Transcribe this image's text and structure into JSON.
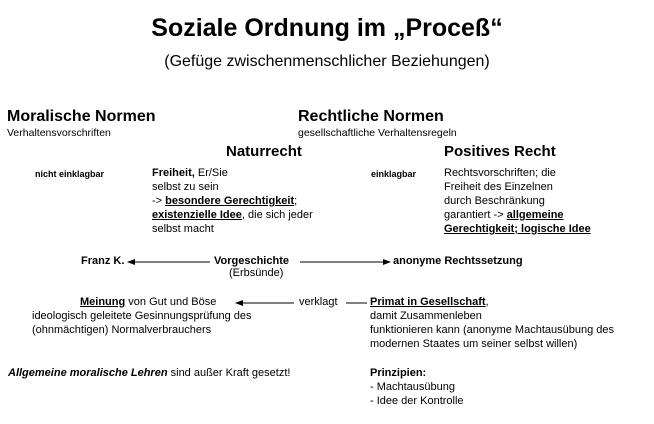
{
  "title": "Soziale Ordnung im „Proceß“",
  "subtitle": "(Gefüge zwischenmenschlicher Beziehungen)",
  "moral": {
    "heading": "Moralische Normen",
    "sub": "Verhaltensvorschriften"
  },
  "legal": {
    "heading": "Rechtliche Normen",
    "sub": "gesellschaftliche Verhaltensregeln"
  },
  "naturrecht": {
    "heading": "Naturrecht",
    "tag": "nicht einklagbar",
    "line1_bold": "Freiheit,",
    "line1_rest": " Er/Sie",
    "line2": "selbst zu sein",
    "line3_pre": "-> ",
    "line3_u": "besondere Gerechtigkeit",
    "line3_post": ";",
    "line4_u": "existenzielle Idee",
    "line4_rest": ", die sich jeder",
    "line5": "selbst macht"
  },
  "positives": {
    "heading": "Positives Recht",
    "tag": "einklagbar",
    "line1": "Rechtsvorschriften; die",
    "line2": "Freiheit des Einzelnen",
    "line3": "durch Beschränkung",
    "line4_pre": "garantiert -> ",
    "line4_u": "allgemeine",
    "line5_u": "Gerechtigkeit; logische Idee"
  },
  "row_vorgeschichte": {
    "left": "Franz K.",
    "center": "Vorgeschichte",
    "center_sub": "(Erbsünde)",
    "right": "anonyme Rechtssetzung"
  },
  "row_meinung": {
    "meinung_u": "Meinung",
    "meinung_rest": " von Gut und Böse",
    "line2": "ideologisch geleitete Gesinnungsprüfung des",
    "line3": "(ohnmächtigen) Normalverbrauchers",
    "verklagt": "verklagt",
    "primat_u": "Primat in Gesellschaft",
    "primat_post": ",",
    "p_line2": "damit Zusammenleben",
    "p_line3": "funktionieren kann (anonyme Machtausübung des",
    "p_line4": "modernen Staates um seiner selbst willen)"
  },
  "bottom": {
    "left_italic": "Allgemeine moralische Lehren",
    "left_rest": " sind außer Kraft gesetzt!",
    "prinzipien": "Prinzipien:",
    "item1": "- Machtausübung",
    "item2": "- Idee der Kontrolle"
  }
}
